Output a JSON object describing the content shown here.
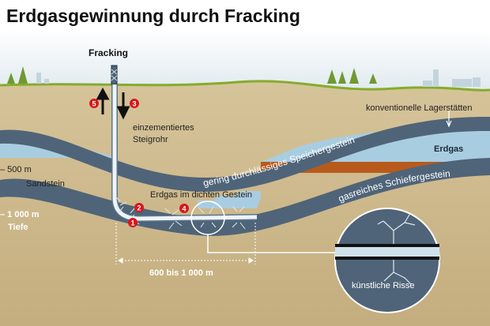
{
  "title": "Erdgasgewinnung durch Fracking",
  "labels": {
    "fracking": "Fracking",
    "konventionelle": "konventionelle Lagerstätten",
    "erdgas": "Erdgas",
    "steigrohr_1": "einzementiertes",
    "steigrohr_2": "Steigrohr",
    "depth_500": "– 500 m",
    "sandstein": "Sandstein",
    "speicher": "gering durchlässiges Speichergestein",
    "schiefer": "gasreiches Schiefergestein",
    "dicht": "Erdgas im dichten Gestein",
    "depth_1000": "– 1 000 m",
    "tiefe": "Tiefe",
    "distance": "600 bis 1 000 m",
    "risse": "künstliche Risse"
  },
  "steps": [
    "1",
    "2",
    "3",
    "4",
    "5"
  ],
  "colors": {
    "rock_band": "#4f6478",
    "earth": "#cdb98e",
    "gas": "#a9cde0",
    "oil": "#b85a1c",
    "marker": "#d9161c"
  }
}
